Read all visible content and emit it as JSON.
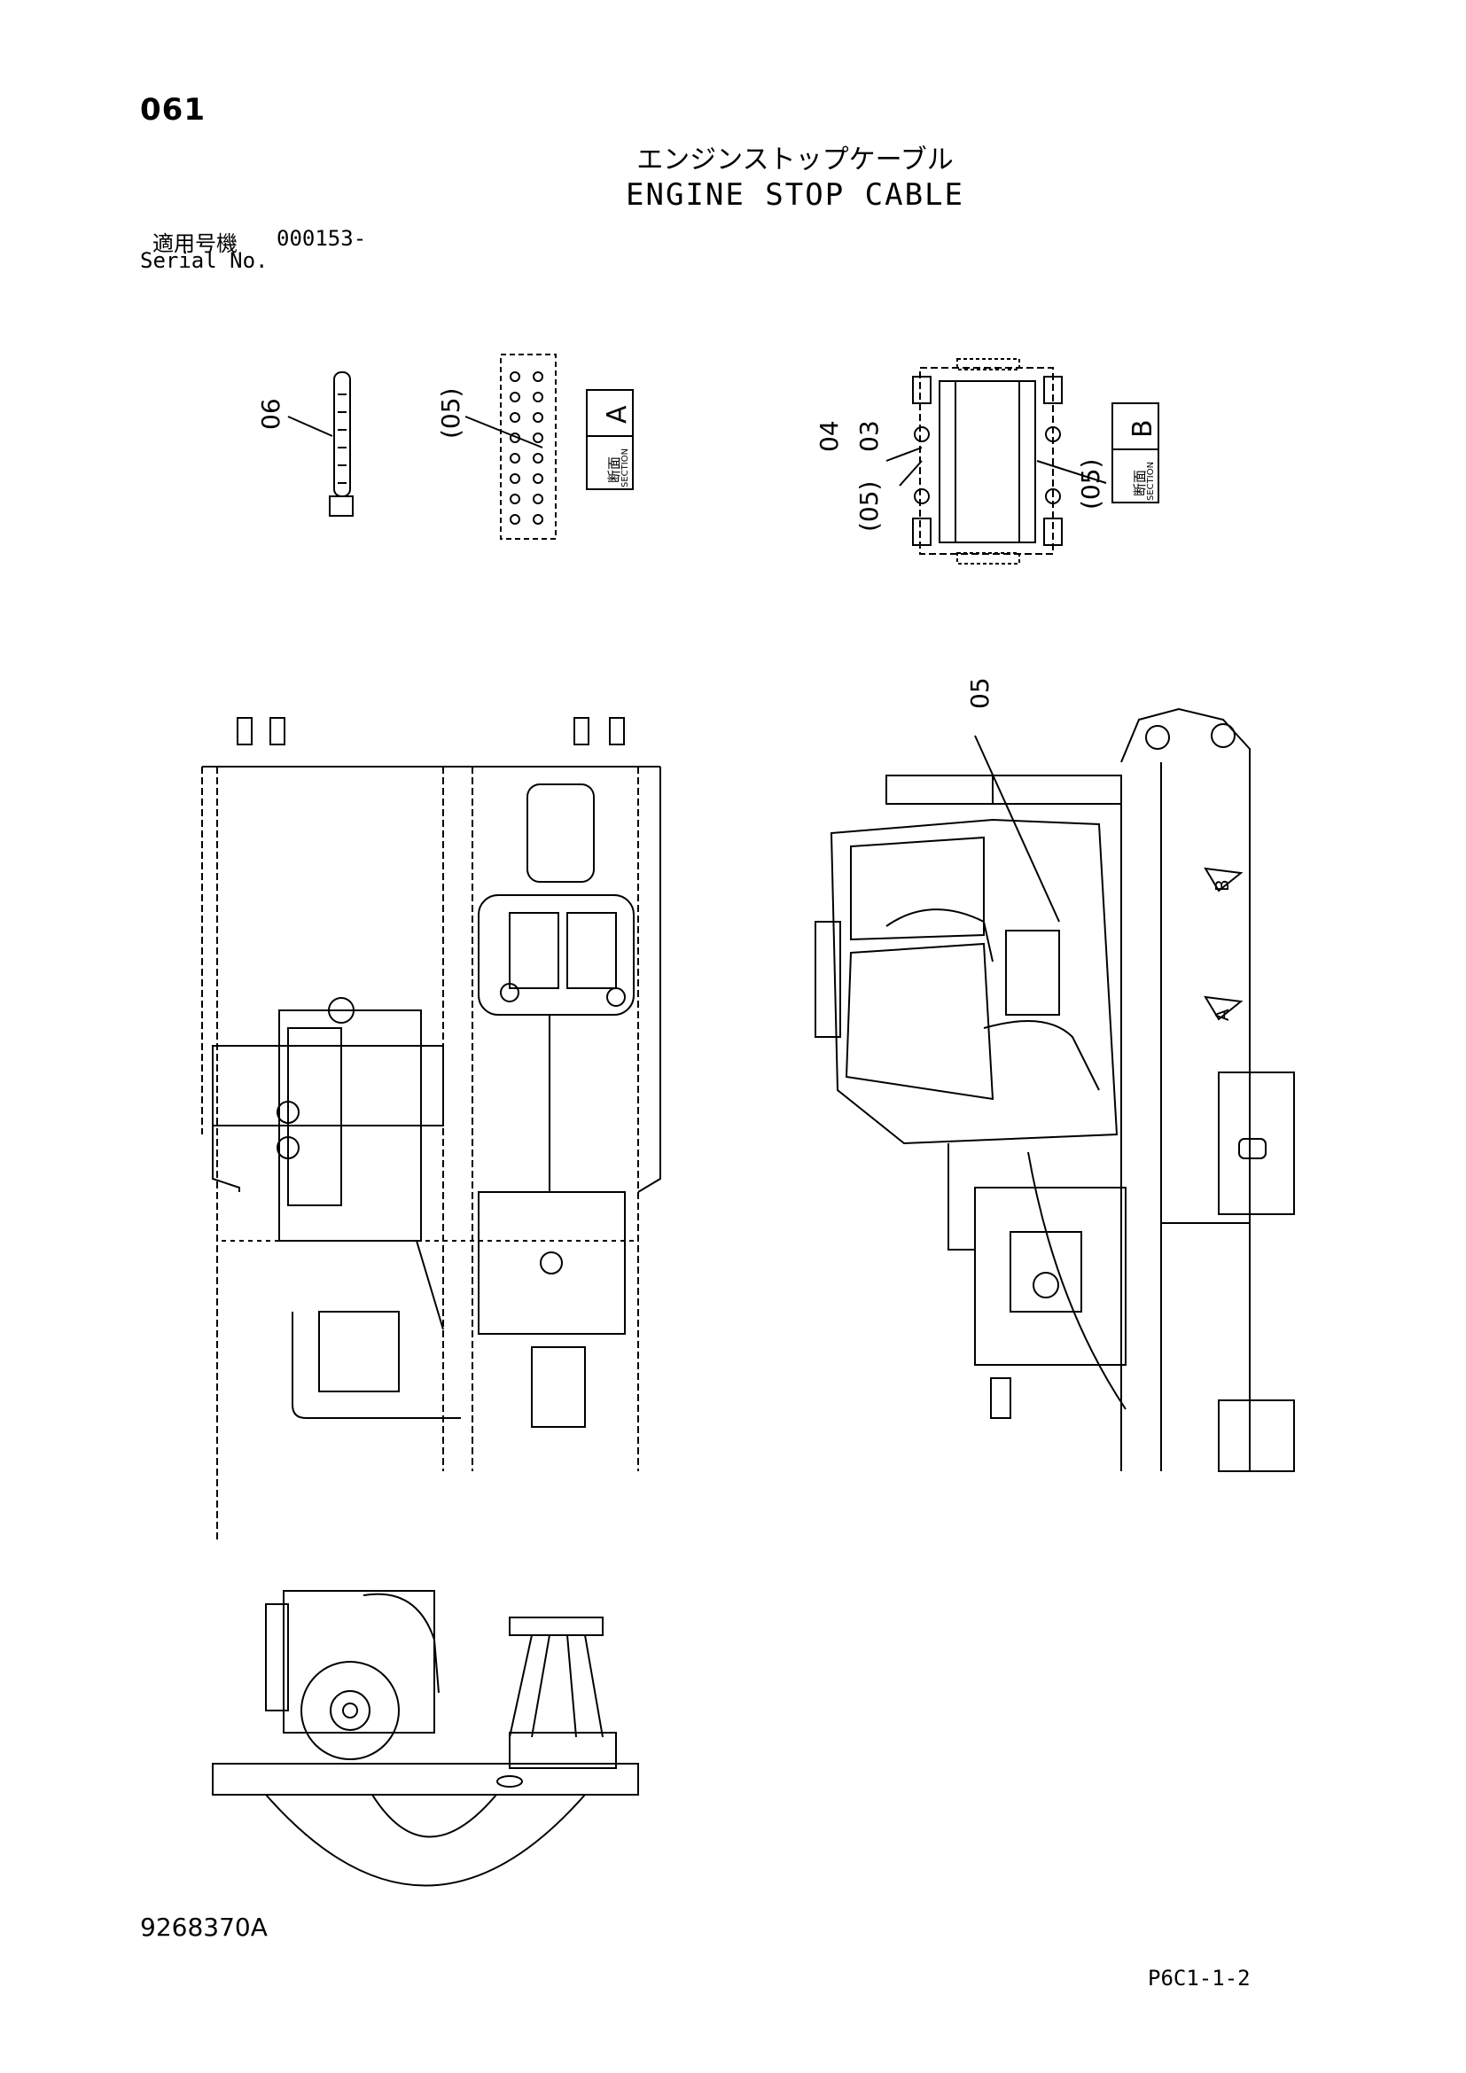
{
  "header": {
    "page_number": "061",
    "title_jp": "エンジンストップケーブル",
    "title_en": "ENGINE STOP CABLE",
    "serial_label_jp": "適用号機",
    "serial_value": "000153-",
    "serial_label_en": "Serial No."
  },
  "callouts": {
    "part_06": "06",
    "part_05_a": "(05)",
    "part_04": "04",
    "part_03": "03",
    "part_05_b_left": "(05)",
    "part_05_b_right": "(05)",
    "part_05_main": "05"
  },
  "sections": {
    "a": {
      "kanji": "断面",
      "word": "SECTION",
      "letter": "A"
    },
    "b": {
      "kanji": "断面",
      "word": "SECTION",
      "letter": "B"
    },
    "arrow_a": "A",
    "arrow_b": "B"
  },
  "footer": {
    "drawing_number": "9268370A",
    "page_ref": "P6C1-1-2"
  }
}
